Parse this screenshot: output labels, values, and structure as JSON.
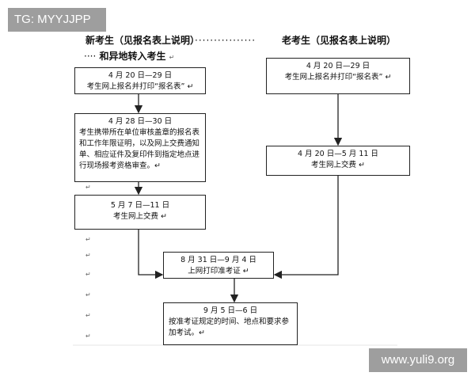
{
  "watermarks": {
    "top_left": "TG: MYYJJPP",
    "bottom_right": "www.yuli9.org"
  },
  "header": {
    "new_students": "新考生（见报名表上说明）",
    "old_students": "老考生（见报名表上说明）",
    "transfer": "和异地转入考生",
    "dots1": "················",
    "dots2": "····",
    "mark": "↵"
  },
  "boxes": {
    "new_register": {
      "date": "4 月 20 日—29 日",
      "text": "考生网上报名并打印“报名表” ↵"
    },
    "old_register": {
      "date": "4 月 20 日—29 日",
      "text": "考生网上报名并打印“报名表” ↵"
    },
    "onsite_review": {
      "date": "4 月 28 日—30 日",
      "text": "考生携带所在单位审核盖章的报名表和工作年限证明，以及网上交费通知单、相应证件及复印件到指定地点进行现场报考资格审查。↵"
    },
    "old_payment": {
      "date": "4 月 20 日—5 月 11 日",
      "text": "考生网上交费 ↵"
    },
    "new_payment": {
      "date": "5 月 7 日—11 日",
      "text": "考生网上交费 ↵"
    },
    "print_admission": {
      "date": "8 月 31 日—9 月 4 日",
      "text": "上网打印准考证 ↵"
    },
    "exam": {
      "date": "9 月 5 日—6 日",
      "text": "按准考证规定的时间、地点和要求参加考试。↵"
    }
  }
}
